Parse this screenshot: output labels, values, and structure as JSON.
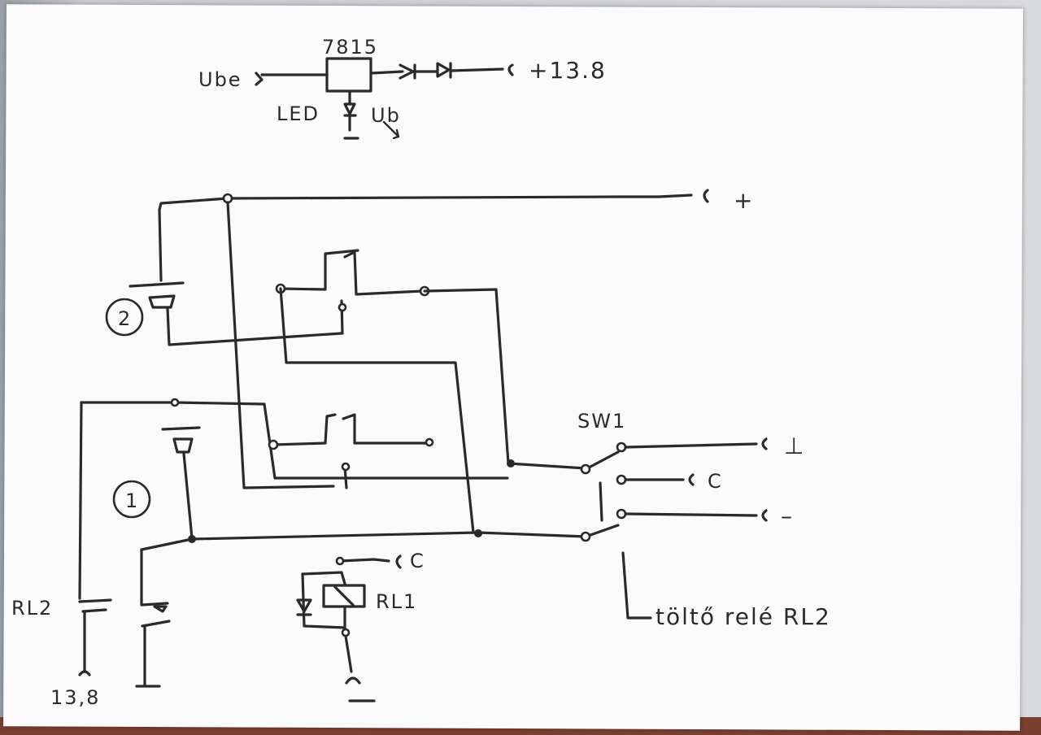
{
  "diagram": {
    "labels": {
      "ube": "Ube",
      "regulator": "7815",
      "led": "LED",
      "ube_arrow": "Ub",
      "out_13_8": "+13.8",
      "plus_terminal": "+",
      "ground_terminal": "⊥",
      "c_terminal": "C",
      "minus_terminal": "–",
      "switch": "SW1",
      "marker_1": "1",
      "marker_2": "2",
      "relay_rl1": "RL1",
      "relay_rl2": "RL2",
      "rl1_top_c": "C",
      "rl2_supply": "13,8",
      "note": "töltő relé RL2"
    }
  }
}
